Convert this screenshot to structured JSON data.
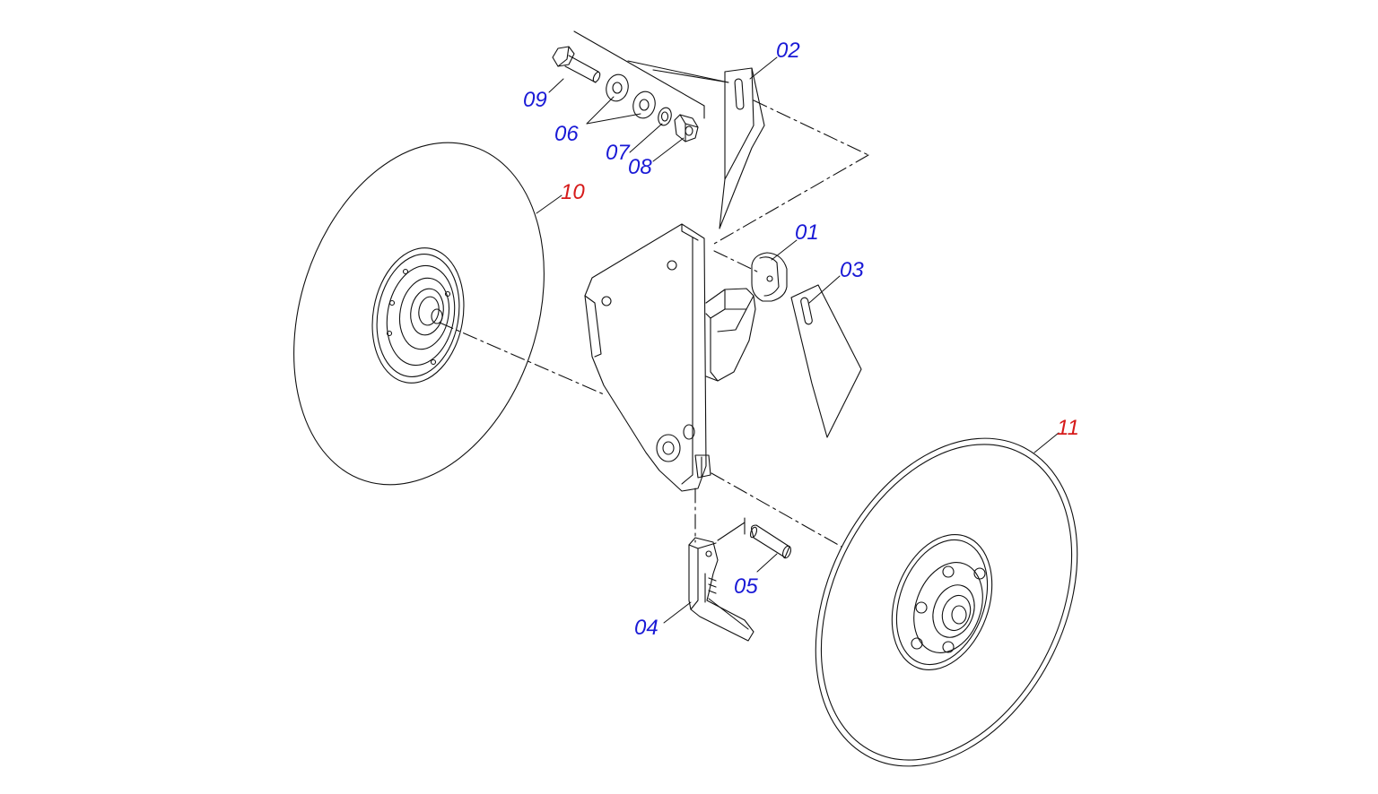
{
  "colors": {
    "standard_label": "#1a1ad6",
    "highlight_label": "#d61a1a",
    "line": "#111111"
  },
  "parts": {
    "p01": {
      "label": "01",
      "highlight": false
    },
    "p02": {
      "label": "02",
      "highlight": false
    },
    "p03": {
      "label": "03",
      "highlight": false
    },
    "p04": {
      "label": "04",
      "highlight": false
    },
    "p05": {
      "label": "05",
      "highlight": false
    },
    "p06": {
      "label": "06",
      "highlight": false
    },
    "p07": {
      "label": "07",
      "highlight": false
    },
    "p08": {
      "label": "08",
      "highlight": false
    },
    "p09": {
      "label": "09",
      "highlight": false
    },
    "p10": {
      "label": "10",
      "highlight": true
    },
    "p11": {
      "label": "11",
      "highlight": true
    }
  }
}
